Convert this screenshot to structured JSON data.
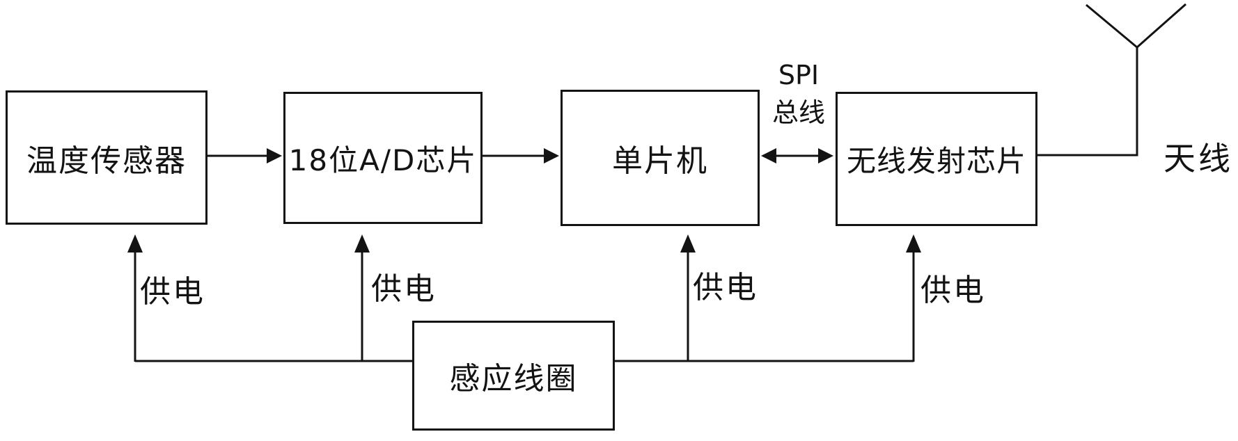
{
  "diagram": {
    "title_implied": "",
    "blocks": [
      {
        "id": "temp-sensor",
        "label": "温度传感器"
      },
      {
        "id": "adc",
        "label": "18位A/D芯片"
      },
      {
        "id": "mcu",
        "label": "单片机"
      },
      {
        "id": "rf",
        "label": "无线发射芯片"
      },
      {
        "id": "coil",
        "label": "感应线圈"
      }
    ],
    "labels": {
      "spi_line1": "SPI",
      "spi_line2": "总线",
      "antenna": "天线",
      "power_supply": "供电"
    },
    "connections": [
      {
        "from": "temp-sensor",
        "to": "adc",
        "type": "arrow"
      },
      {
        "from": "adc",
        "to": "mcu",
        "type": "arrow"
      },
      {
        "from": "mcu",
        "to": "rf",
        "type": "double-arrow",
        "label": "SPI 总线"
      },
      {
        "from": "rf",
        "to": "antenna",
        "type": "line"
      },
      {
        "from": "coil",
        "to": "temp-sensor",
        "type": "arrow",
        "label": "供电"
      },
      {
        "from": "coil",
        "to": "adc",
        "type": "arrow",
        "label": "供电"
      },
      {
        "from": "coil",
        "to": "mcu",
        "type": "arrow",
        "label": "供电"
      },
      {
        "from": "coil",
        "to": "rf",
        "type": "arrow",
        "label": "供电"
      }
    ],
    "colors": {
      "line": "#131313",
      "background": "#ffffff",
      "text": "#131313"
    }
  }
}
